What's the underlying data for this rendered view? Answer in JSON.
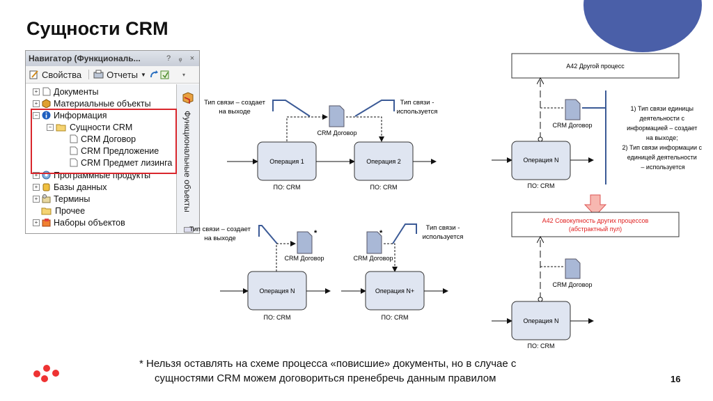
{
  "slide": {
    "title": "Сущности CRM",
    "page_number": "16",
    "footnote_line1": "* Нельзя оставлять на схеме процесса «повисшие» документы, но в случае с",
    "footnote_line2": "сущностями CRM можем договориться пренебречь данным правилом"
  },
  "navigator": {
    "title": "Навигатор (Функциональ...",
    "help": "?",
    "pin": "ᵩ",
    "close": "×",
    "toolbar_properties": "Свойства",
    "toolbar_reports": "Отчеты",
    "side_tab": "Функциональные объекты",
    "items": [
      {
        "label": "Документы"
      },
      {
        "label": "Материальные объекты"
      },
      {
        "label": "Информация"
      },
      {
        "label": "Сущности CRM"
      },
      {
        "label": "CRM Договор"
      },
      {
        "label": "CRM Предложение"
      },
      {
        "label": "CRM Предмет лизинга"
      },
      {
        "label": "Программные продукты"
      },
      {
        "label": "Базы данных"
      },
      {
        "label": "Термины"
      },
      {
        "label": "Прочее"
      },
      {
        "label": "Наборы объектов"
      }
    ]
  },
  "diagram": {
    "link_creates_1": "Тип связи – создает",
    "link_creates_2": "на выходе",
    "link_used_1": "Тип связи -",
    "link_used_2": "используется",
    "doc_crm": "CRM Договор",
    "op1": "Операция 1",
    "op2": "Операция 2",
    "opN": "Операция N",
    "opNplus": "Операция N+",
    "sw": "ПО: CRM",
    "star": "*",
    "a42_other": "А42 Другой процесс",
    "a42_pool_1": "А42 Совокупность других процессов",
    "a42_pool_2": "(абстрактный пул)",
    "note": [
      "1)   Тип связи единицы",
      "деятельности с",
      "информацией – создает",
      "на выходе;",
      "2)   Тип связи информации с",
      "единицей деятельности",
      "– используется"
    ],
    "colors": {
      "box_fill": "#dfe5f1",
      "doc_fill": "#a9b8d6",
      "link_stroke": "#3b5a96",
      "pool_text": "#e02020",
      "arrow_fill": "#f7b7b0"
    }
  }
}
